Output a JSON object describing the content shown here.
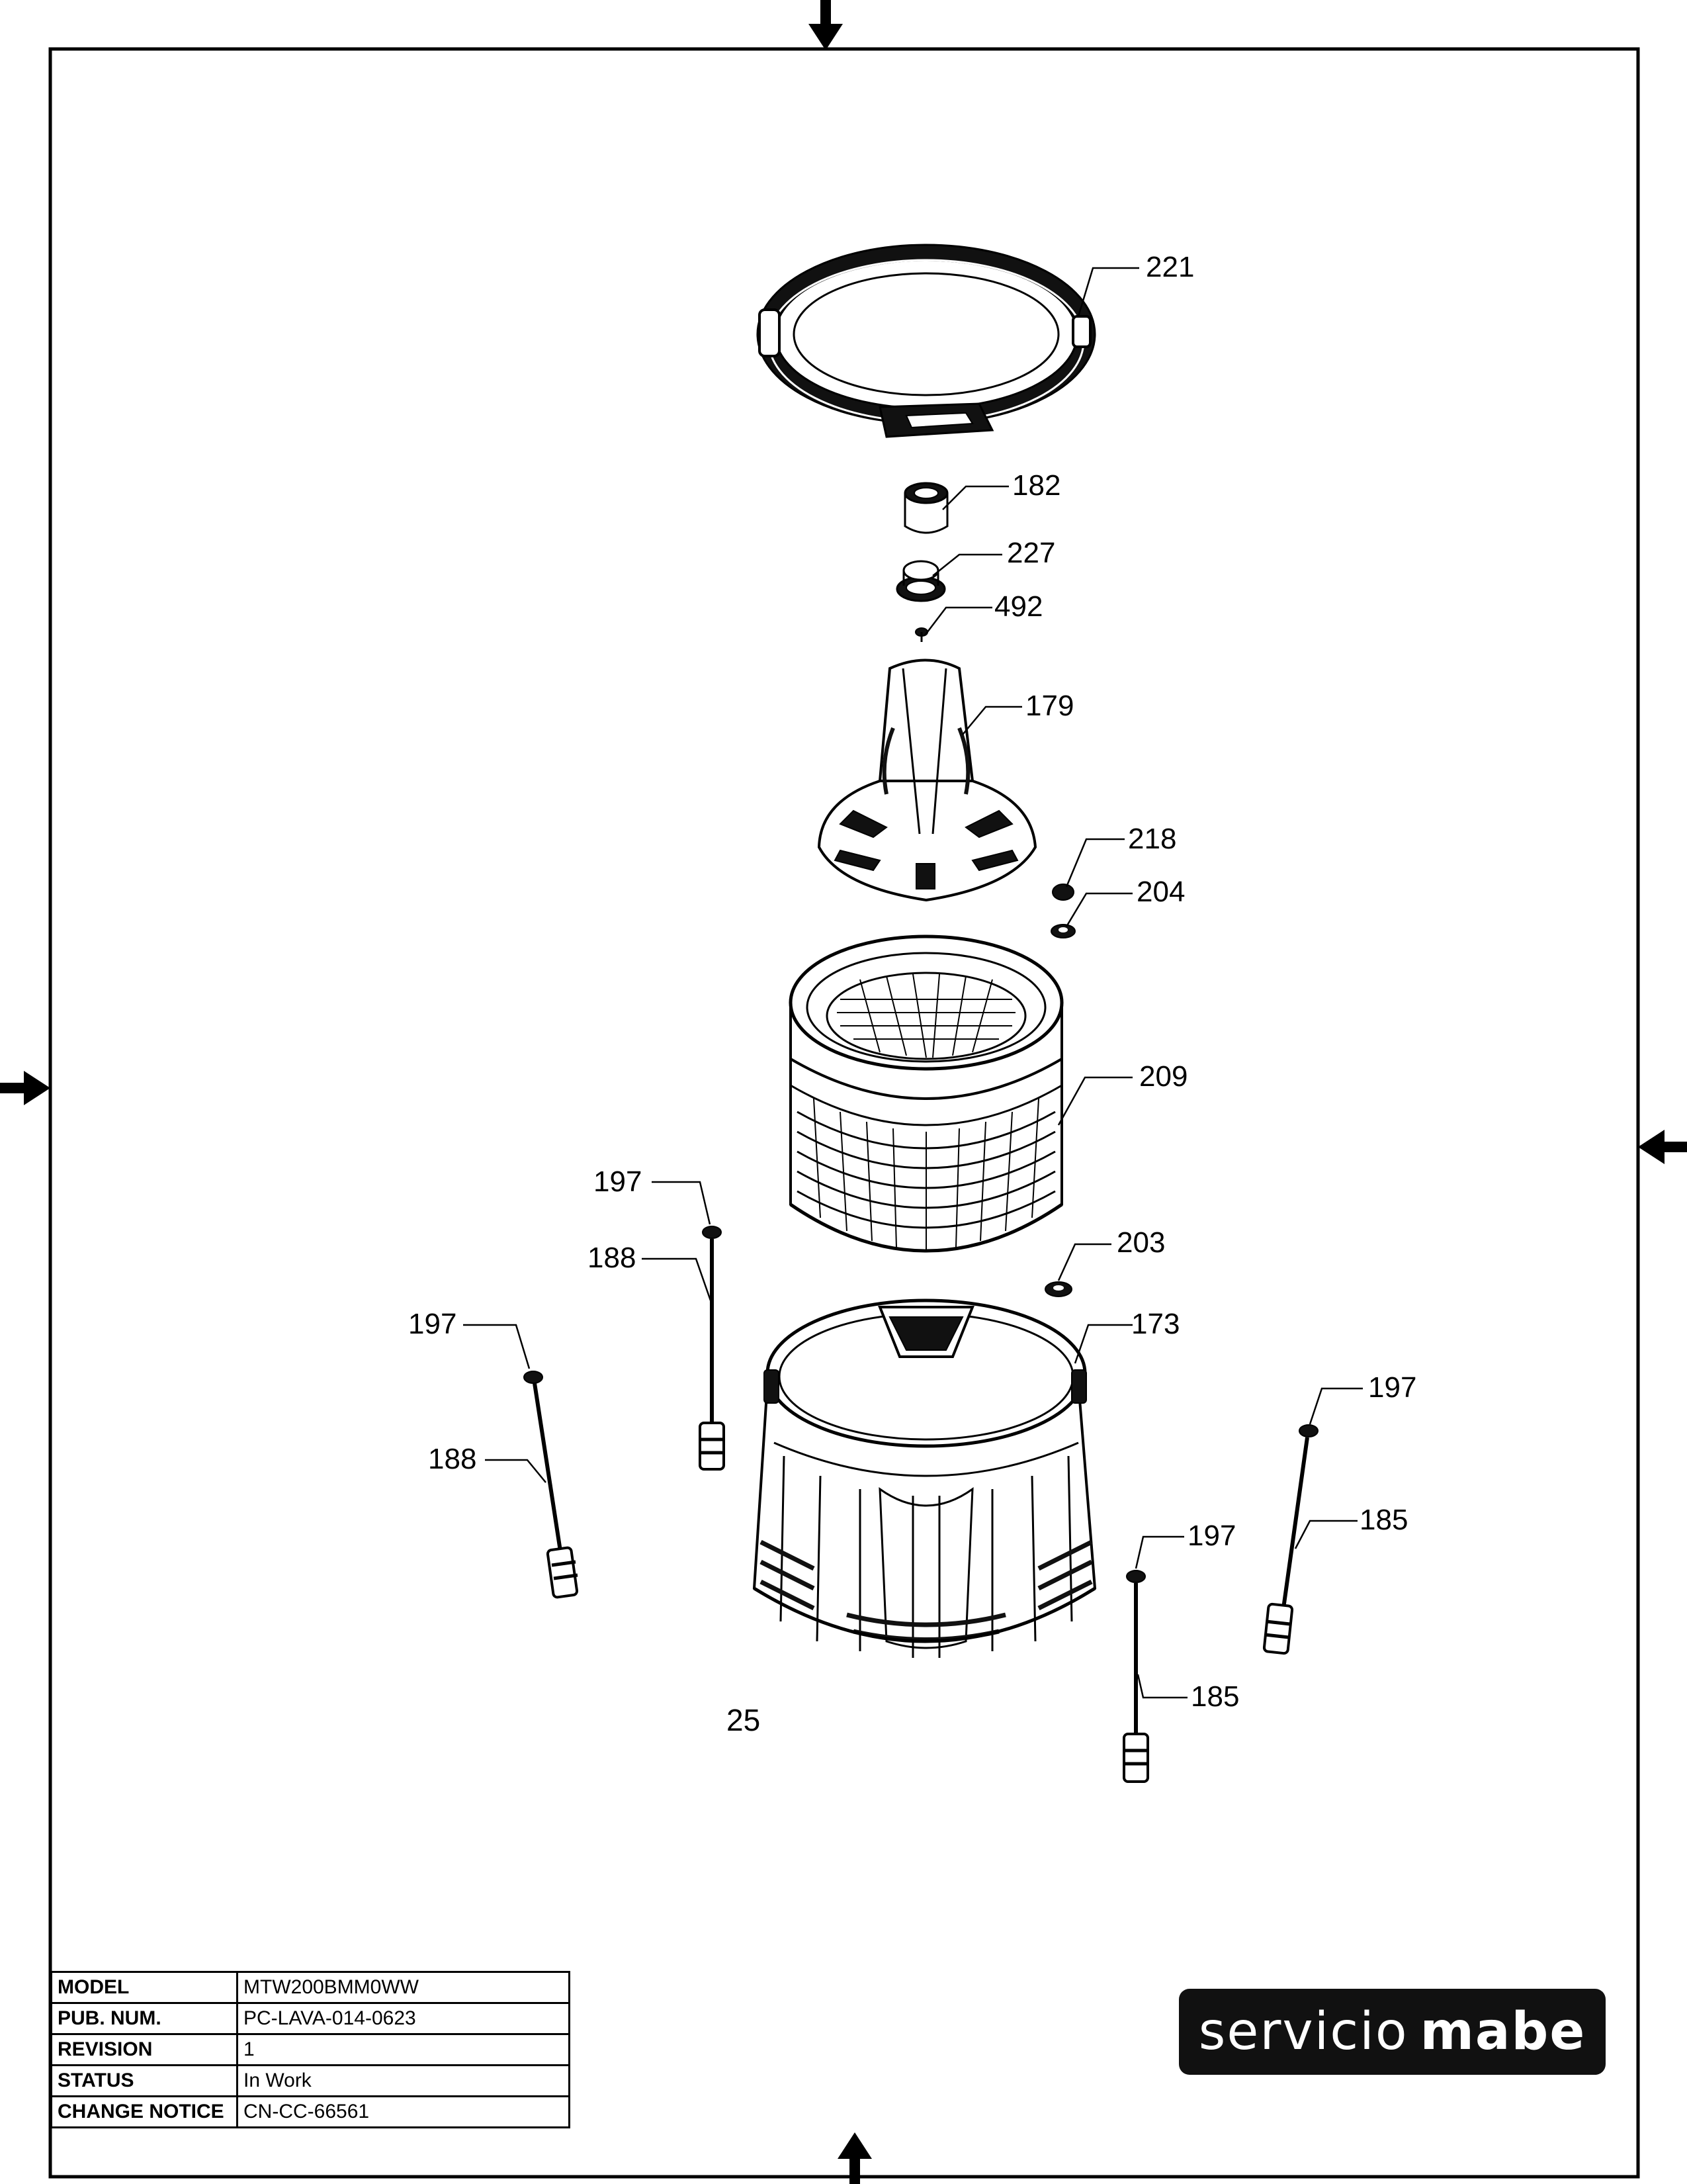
{
  "diagram": {
    "callouts": {
      "c221": "221",
      "c182": "182",
      "c227": "227",
      "c492": "492",
      "c179": "179",
      "c218": "218",
      "c204": "204",
      "c209": "209",
      "c197a": "197",
      "c188a": "188",
      "c203": "203",
      "c197b": "197",
      "c173": "173",
      "c188b": "188",
      "c197c": "197",
      "c185a": "185",
      "c197d": "197",
      "c185b": "185"
    },
    "page_number": "25"
  },
  "title_block": {
    "rows": [
      {
        "label": "MODEL",
        "value": "MTW200BMM0WW"
      },
      {
        "label": "PUB. NUM.",
        "value": "PC-LAVA-014-0623"
      },
      {
        "label": "REVISION",
        "value": "1"
      },
      {
        "label": "STATUS",
        "value": "In Work"
      },
      {
        "label": "CHANGE NOTICE",
        "value": "CN-CC-66561"
      }
    ]
  },
  "logo": {
    "word1": "servicio",
    "word2": "mabe"
  }
}
